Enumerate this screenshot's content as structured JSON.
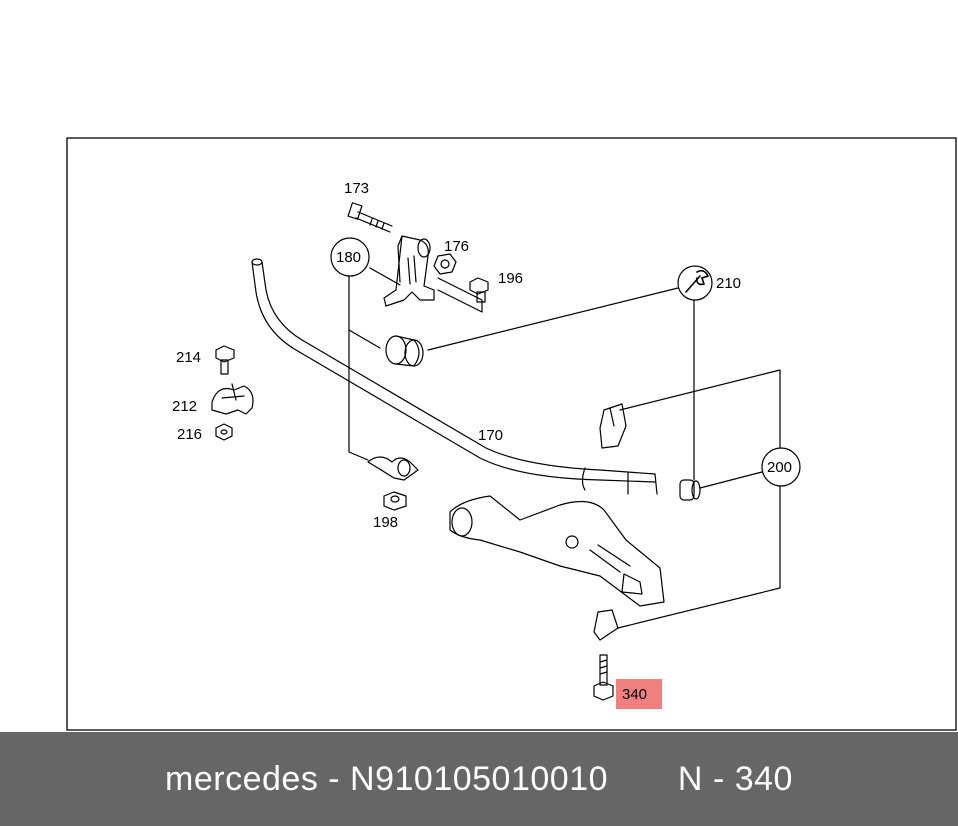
{
  "diagram": {
    "labels": {
      "p173": "173",
      "p176": "176",
      "p196": "196",
      "p180": "180",
      "p210": "210",
      "p214": "214",
      "p212": "212",
      "p216": "216",
      "p170": "170",
      "p198": "198",
      "p200": "200",
      "p340": "340"
    },
    "highlight_color": "#f08080"
  },
  "footer": {
    "brand": "mercedes",
    "separator": "-",
    "part_number": "N910105010010",
    "ref_prefix": "N",
    "ref_separator": "-",
    "ref_number": "340"
  }
}
